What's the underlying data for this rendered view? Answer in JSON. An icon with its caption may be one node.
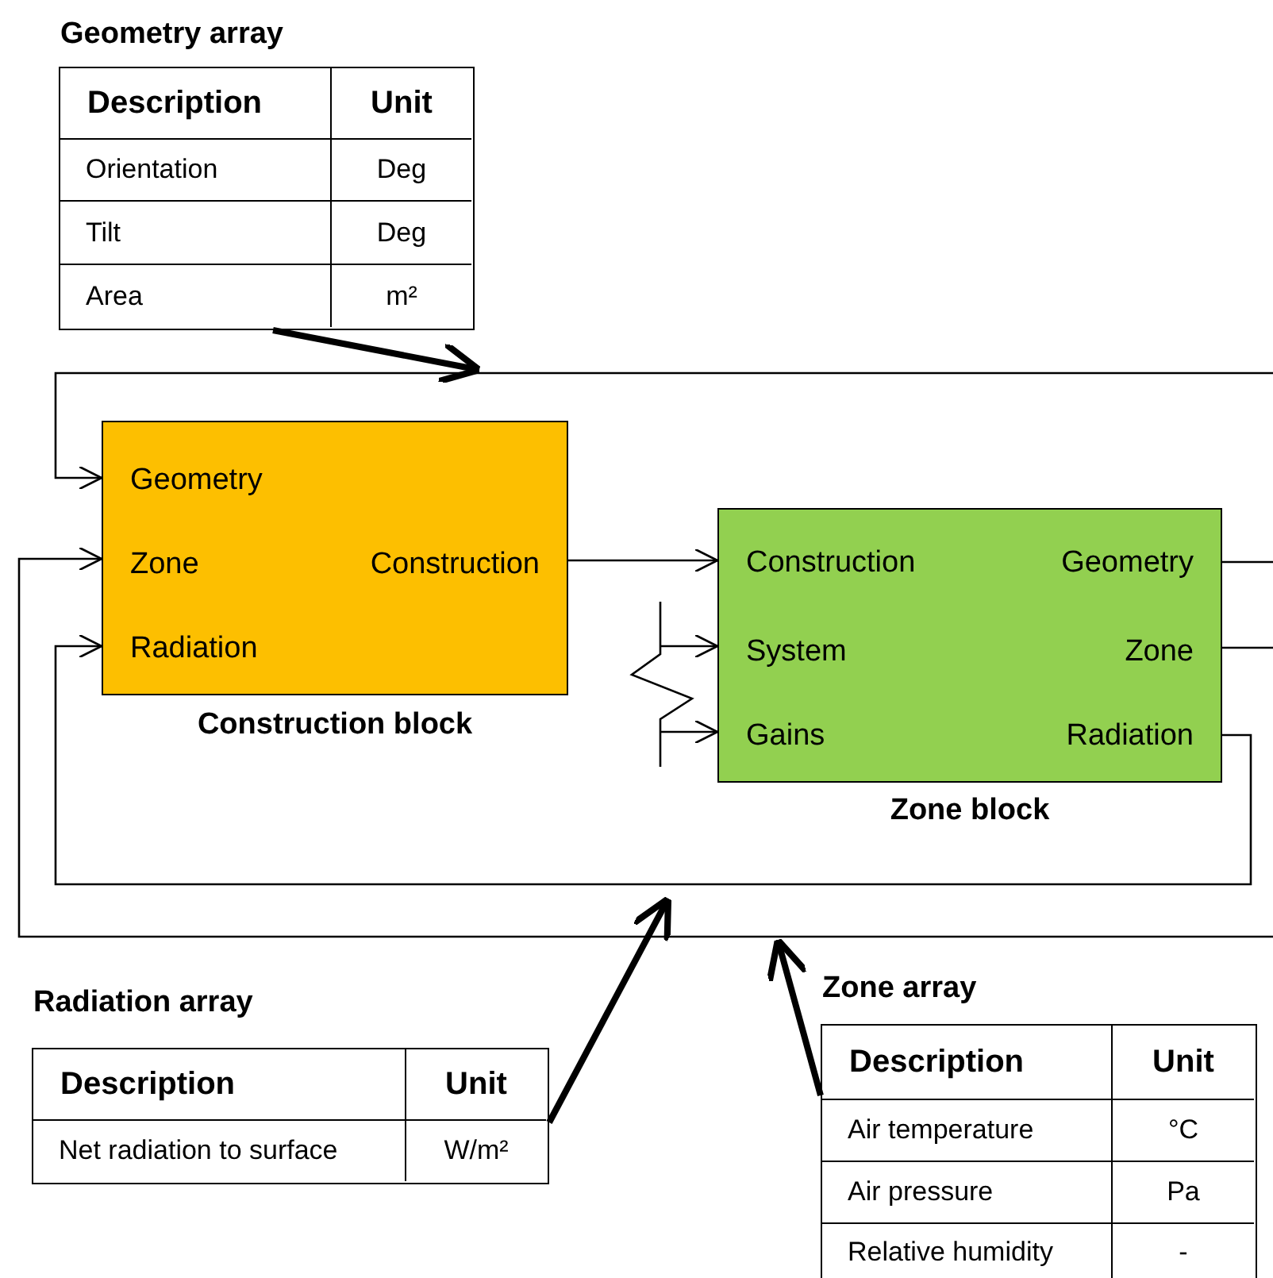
{
  "diagram": {
    "nodes": [
      {
        "text": [
          "Geometry array",
          "Description",
          "Unit",
          "Orientation",
          "Deg",
          "Tilt",
          "Deg",
          "Area",
          "m²"
        ]
      },
      {
        "text": [
          "Geometry",
          "Zone",
          "Construction",
          "Radiation",
          "Construction block"
        ]
      },
      {
        "text": [
          "Construction",
          "Geometry",
          "System",
          "Zone",
          "Gains",
          "Radiation",
          "Zone block"
        ]
      },
      {
        "text": [
          "Radiation array",
          "Description",
          "Unit",
          "Net radiation to surface",
          "W/m²"
        ]
      },
      {
        "text": [
          "Zone array",
          "Description",
          "Unit",
          "Air temperature",
          "°C",
          "Air pressure",
          "Pa",
          "Relative humidity",
          "-"
        ]
      }
    ],
    "edges": [
      {
        "from": 0,
        "to": null,
        "arrow": "to",
        "style": "thick"
      },
      {
        "from": 2,
        "to": 1,
        "arrow": "to"
      },
      {
        "from": 1,
        "to": 2,
        "arrow": "to"
      },
      {
        "from": 2,
        "to": 1,
        "arrow": "to"
      },
      {
        "from": null,
        "to": 2,
        "arrow": "to"
      },
      {
        "from": null,
        "to": 2,
        "arrow": "to"
      },
      {
        "from": 2,
        "to": 1,
        "arrow": "to"
      },
      {
        "from": 3,
        "to": null,
        "arrow": "to",
        "style": "thick"
      },
      {
        "from": 4,
        "to": null,
        "arrow": "to",
        "style": "thick"
      }
    ]
  }
}
